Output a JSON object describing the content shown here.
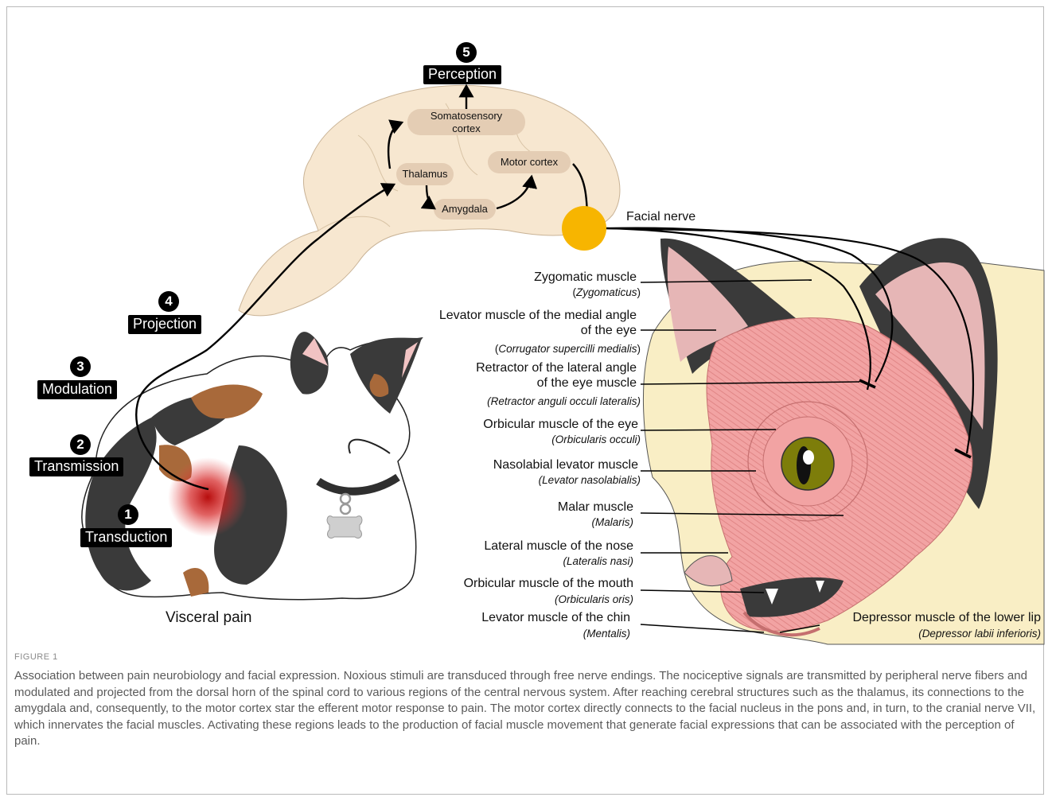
{
  "steps": [
    {
      "num": "1",
      "label": "Transduction"
    },
    {
      "num": "2",
      "label": "Transmission"
    },
    {
      "num": "3",
      "label": "Modulation"
    },
    {
      "num": "4",
      "label": "Projection"
    },
    {
      "num": "5",
      "label": "Perception"
    }
  ],
  "brain": {
    "somatosensory": "Somatosensory\ncortex",
    "thalamus": "Thalamus",
    "amygdala": "Amygdala",
    "motor": "Motor cortex"
  },
  "facial_nerve": "Facial nerve",
  "visceral_pain": "Visceral pain",
  "muscles": [
    {
      "name": "Zygomatic muscle",
      "latin_open": "(",
      "latin": "Zygomaticus",
      "latin_close": ")"
    },
    {
      "name": "Levator muscle of the medial angle\nof the eye",
      "latin_open": "(",
      "latin": "Corrugator supercilli medialis",
      "latin_close": ")"
    },
    {
      "name": "Retractor of the lateral angle\nof the eye muscle",
      "latin_open": "(",
      "latin": "Retractor anguli occuli lateralis",
      "latin_close": ")"
    },
    {
      "name": "Orbicular muscle of the eye",
      "latin_open": "(",
      "latin": "Orbicularis occuli",
      "latin_close": ")"
    },
    {
      "name": "Nasolabial levator muscle",
      "latin_open": "(",
      "latin": "Levator nasolabialis",
      "latin_close": ")"
    },
    {
      "name": "Malar muscle",
      "latin_open": "(",
      "latin": "Malaris",
      "latin_close": ")"
    },
    {
      "name": "Lateral muscle of the nose",
      "latin_open": "(",
      "latin": "Lateralis nasi",
      "latin_close": ")"
    },
    {
      "name": "Orbicular muscle of the mouth",
      "latin_open": "(",
      "latin": "Orbicularis oris",
      "latin_close": ")"
    },
    {
      "name": "Levator muscle of the chin",
      "latin_open": "(",
      "latin": "Mentalis",
      "latin_close": ")"
    },
    {
      "name": "Depressor muscle of the lower lip",
      "latin_open": "(",
      "latin": "Depressor labii inferioris",
      "latin_close": ")"
    }
  ],
  "caption": {
    "label": "FIGURE 1",
    "text": "Association between pain neurobiology and facial expression. Noxious stimuli are transduced through free nerve endings. The nociceptive signals are transmitted by peripheral nerve fibers and modulated and projected from the dorsal horn of the spinal cord to various regions of the central nervous system. After reaching cerebral structures such as the thalamus, its connections to the amygdala and, consequently, to the motor cortex star the efferent motor response to pain. The motor cortex directly connects to the facial nucleus in the pons and, in turn, to the cranial nerve VII, which innervates the facial muscles. Activating these regions leads to the production of facial muscle movement that generate facial expressions that can be associated with the perception of pain."
  },
  "colors": {
    "brain": "#f7e7d0",
    "brain_region": "#e4cdb4",
    "nucleus": "#f7b500",
    "muscle": "#f2a3a3",
    "skin": "#f9eec5",
    "fur_dark": "#3a3a3a",
    "fur_orange": "#a8693a",
    "pain": "#d11d1d",
    "eye": "#7d7d0a"
  }
}
